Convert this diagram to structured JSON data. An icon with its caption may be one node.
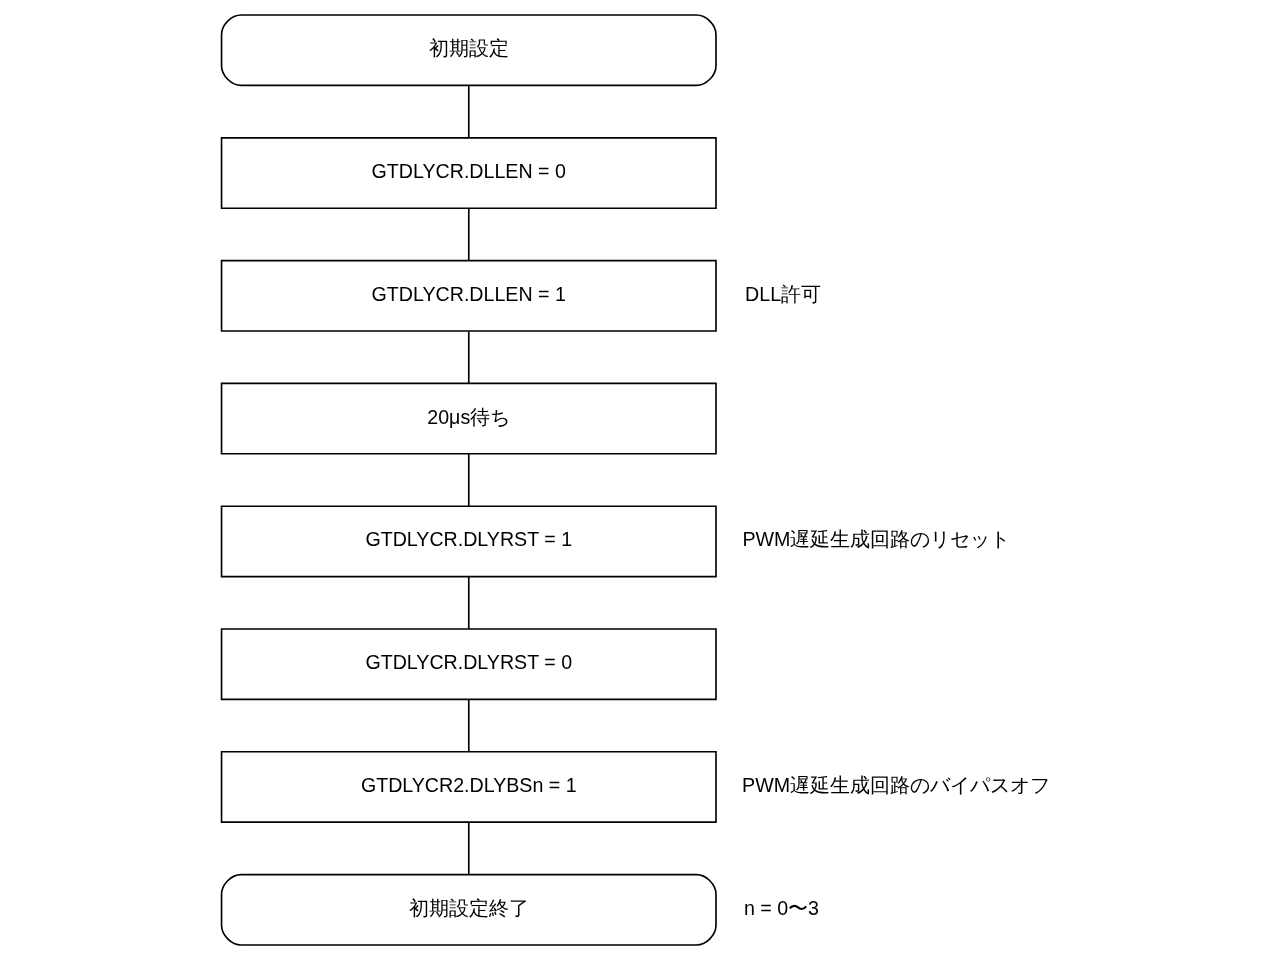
{
  "diagram": {
    "nodes": [
      {
        "text": [
          "初期設定"
        ]
      },
      {
        "text": [
          "GTDLYCR.DLLEN = 0"
        ]
      },
      {
        "text": [
          "GTDLYCR.DLLEN = 1"
        ],
        "beside": [
          "DLL許可"
        ]
      },
      {
        "text": [
          "20μs待ち"
        ]
      },
      {
        "text": [
          "GTDLYCR.DLYRST = 1"
        ],
        "beside": [
          "PWM遅延生成回路のリセット"
        ]
      },
      {
        "text": [
          "GTDLYCR.DLYRST = 0"
        ]
      },
      {
        "text": [
          "GTDLYCR2.DLYBSn = 1"
        ],
        "beside": [
          "PWM遅延生成回路のバイパスオフ"
        ]
      },
      {
        "text": [
          "初期設定終了"
        ]
      }
    ],
    "edges": [
      {
        "from": 0,
        "to": 1,
        "arrow": "none"
      },
      {
        "from": 1,
        "to": 2,
        "arrow": "none"
      },
      {
        "from": 2,
        "to": 3,
        "arrow": "none"
      },
      {
        "from": 3,
        "to": 4,
        "arrow": "none"
      },
      {
        "from": 4,
        "to": 5,
        "arrow": "none"
      },
      {
        "from": 5,
        "to": 6,
        "arrow": "none"
      },
      {
        "from": 6,
        "to": 7,
        "arrow": "none"
      }
    ],
    "labels": [
      "n = 0〜3"
    ]
  }
}
